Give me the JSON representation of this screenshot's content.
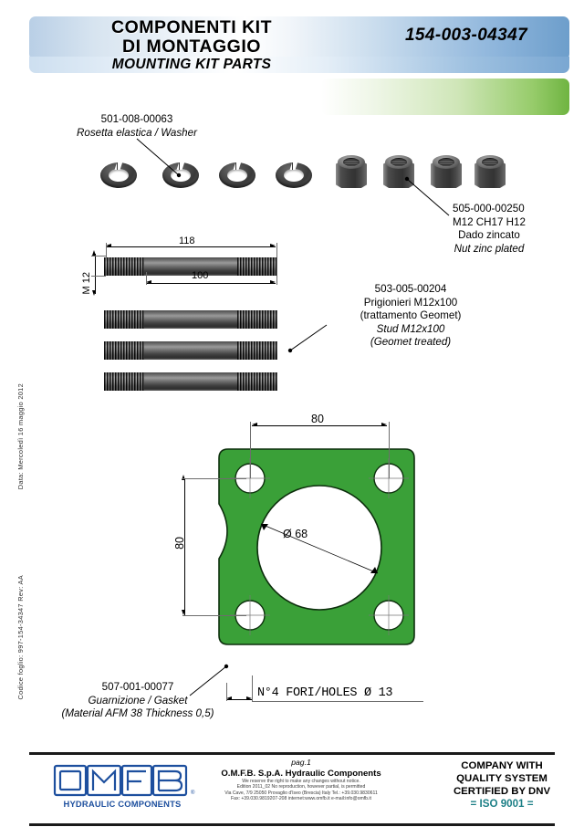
{
  "header": {
    "title_line1": "COMPONENTI KIT",
    "title_line2": "DI MONTAGGIO",
    "subtitle": "MOUNTING KIT PARTS",
    "part_code": "154-003-04347",
    "blue_color": "#6d9ecb",
    "green_color": "#6fb441"
  },
  "side": {
    "date": "Data: Mercoledì 16 maggio 2012",
    "sheet_code": "Codice foglio: 997-154-34347   Rev: AA"
  },
  "washers": {
    "code": "501-008-00063",
    "description": "Rosetta elastica / Washer",
    "count": 4
  },
  "nuts": {
    "code": "505-000-00250",
    "spec": "M12 CH17 H12",
    "description_it": "Dado zincato",
    "description_en": "Nut zinc plated",
    "count": 4
  },
  "studs": {
    "code": "503-005-00204",
    "description_it": "Prigionieri M12x100",
    "treatment_it": "(trattamento Geomet)",
    "description_en": "Stud M12x100",
    "treatment_en": "(Geomet treated)",
    "count": 4,
    "dim_total": "118",
    "dim_inner": "100",
    "dim_thread": "M 12"
  },
  "gasket": {
    "code": "507-001-00077",
    "description": "Guarnizione / Gasket",
    "material": "(Material AFM 38 Thickness 0,5)",
    "dim_width": "80",
    "dim_height": "80",
    "dim_bore": "Ø 68",
    "holes_note": "N°4  FORI/HOLES Ø  13",
    "fill_color": "#3aa038"
  },
  "footer": {
    "page": "pag.1",
    "company": "O.M.F.B. S.p.A. Hydraulic Components",
    "fine_line1": "We reserve the right to make any changes without notice.",
    "fine_line2": "Edition 2011_02  No reproduction, however partial, is permitted",
    "fine_line3": "Via Cave, 7/9 25050 Provaglio d'Iseo (Brescia) Italy Tel.: +39.030.9830611",
    "fine_line4": "Fax: +39.030.9819207-208 internet:www.omfb.it e-mail:info@omfb.it",
    "logo_text": "OMFB",
    "logo_sub": "HYDRAULIC COMPONENTS",
    "logo_reg": "®",
    "cert_line1": "COMPANY WITH",
    "cert_line2": "QUALITY SYSTEM",
    "cert_line3": "CERTIFIED BY DNV",
    "cert_iso": "= ISO 9001 ="
  }
}
